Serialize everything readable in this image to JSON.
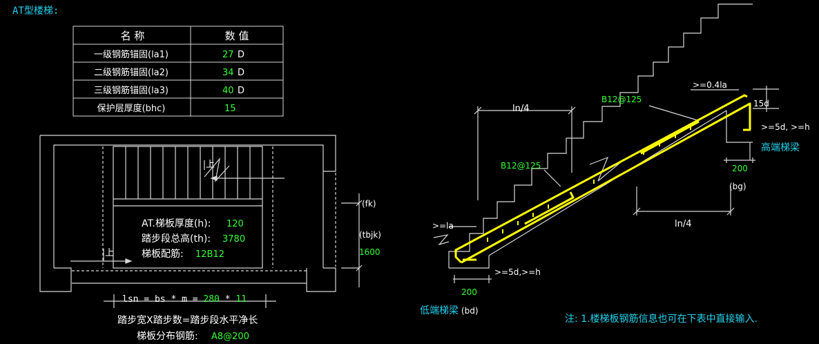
{
  "title": "AT型楼梯:",
  "table": {
    "headers": [
      "名 称",
      "数 值"
    ],
    "rows": [
      {
        "name": "一级钢筋锚固(la1)",
        "value": "27",
        "unit": "D"
      },
      {
        "name": "二级钢筋锚固(la2)",
        "value": "34",
        "unit": "D"
      },
      {
        "name": "三级钢筋锚固(la3)",
        "value": "40",
        "unit": "D"
      },
      {
        "name": "保护层厚度(bhc)",
        "value": "15",
        "unit": ""
      }
    ]
  },
  "plan": {
    "up_label_1": "上",
    "up_label_2": "上",
    "thickness_label": "AT.梯板厚度(h):",
    "thickness_value": "120",
    "height_label": "踏步段总高(th):",
    "height_value": "3780",
    "rebar_label": "梯板配筋:",
    "rebar_value": "12B12",
    "fk_label": "(fk)",
    "tbjk_label": "(tbjk)",
    "tbjk_value": "1600",
    "lsn_formula": "lsn = bs * m = ",
    "lsn_bs": "280",
    "lsn_times": " * ",
    "lsn_m": "11",
    "lsn_caption": "踏步宽X踏步数=踏步段水平净长",
    "dist_label": "梯板分布钢筋:",
    "dist_value": "A8@200"
  },
  "section": {
    "ln4_top": "ln/4",
    "ln4_bottom": "ln/4",
    "rebar_top": "B12@125",
    "rebar_mid": "B12@125",
    "anchor_041": ">=0.4la",
    "hook_15d": "15d",
    "hook_high": ">=5d, >=h",
    "high_beam": "高端梯梁",
    "beam_200_high": "200",
    "bg_label": "(bg)",
    "anchor_la": ">=la",
    "hook_low": ">=5d,>=h",
    "beam_200_low": "200",
    "low_beam": "低端梯梁",
    "bd_label": "(bd)"
  },
  "note": "注: 1.楼梯板钢筋信息也可在下表中直接输入.",
  "colors": {
    "label": "#ffffff",
    "value": "#33ff33",
    "title": "#22d3ee",
    "rebar": "#ffff00",
    "line": "#d9d9d9"
  }
}
